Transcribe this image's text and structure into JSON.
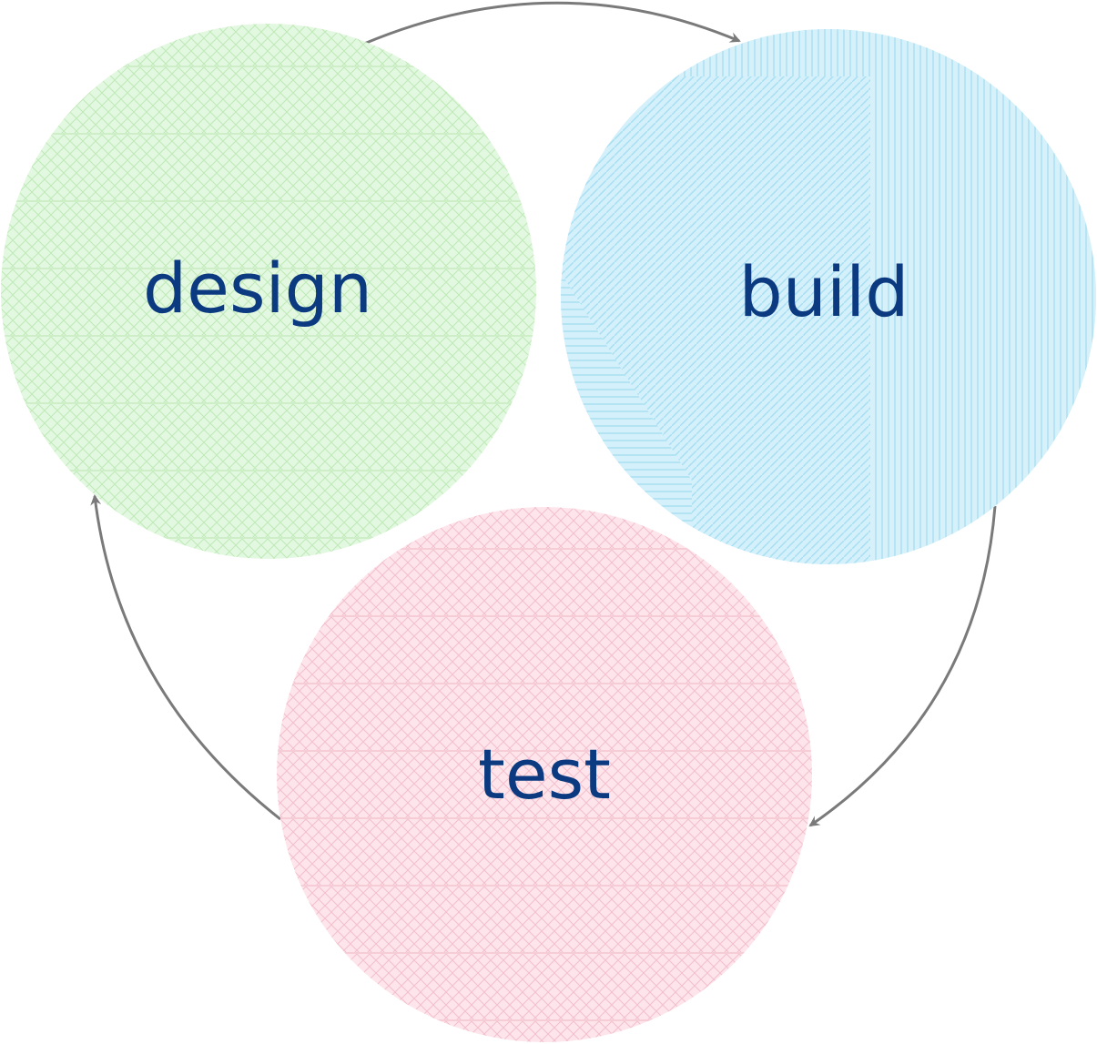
{
  "diagram": {
    "type": "cycle",
    "stages": [
      {
        "id": "design",
        "label": "design",
        "fill": "#dff7dc",
        "hatch": "#b9ebb2"
      },
      {
        "id": "build",
        "label": "build",
        "fill": "#d2effa",
        "hatch": "#9fdcf2"
      },
      {
        "id": "test",
        "label": "test",
        "fill": "#fde3e9",
        "hatch": "#f4bccb"
      }
    ],
    "flow": [
      "design",
      "build",
      "test",
      "design"
    ],
    "colors": {
      "label": "#0b3a80",
      "arrow": "#7a7a7a"
    }
  }
}
